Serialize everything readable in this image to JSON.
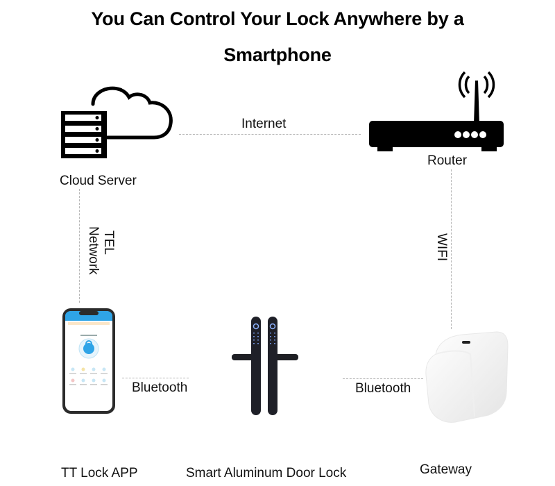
{
  "title": {
    "line1": "You Can Control Your Lock Anywhere by a",
    "line2": "Smartphone"
  },
  "nodes": {
    "cloud_server": {
      "label": "Cloud Server",
      "icon": "cloud-server-icon"
    },
    "router": {
      "label": "Router",
      "icon": "router-icon"
    },
    "app": {
      "label": "TT Lock APP",
      "icon": "smartphone-icon"
    },
    "lock": {
      "label": "Smart Aluminum Door Lock",
      "icon": "door-lock-icon"
    },
    "gateway": {
      "label": "Gateway",
      "icon": "gateway-icon"
    }
  },
  "connections": {
    "internet": "Internet",
    "tel_network_line1": "TEL",
    "tel_network_line2": "Network",
    "wifi": "WIFI",
    "bluetooth_left": "Bluetooth",
    "bluetooth_right": "Bluetooth"
  },
  "colors": {
    "line": "#b5b5b5",
    "icon": "#000000",
    "app_accent": "#2fa4e7"
  }
}
